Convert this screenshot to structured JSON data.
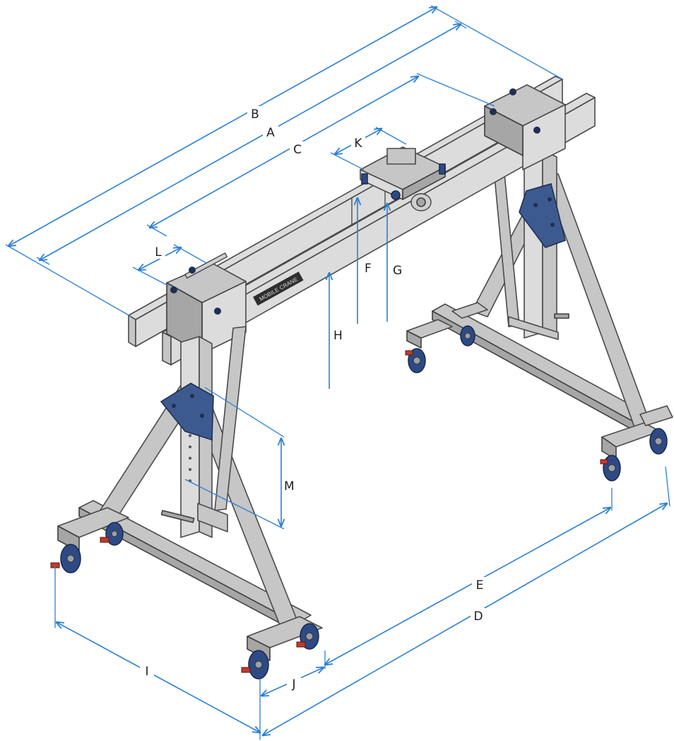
{
  "dimensions": {
    "A": "A",
    "B": "B",
    "C": "C",
    "D": "D",
    "E": "E",
    "F": "F",
    "G": "G",
    "H": "H",
    "I": "I",
    "J": "J",
    "K": "K",
    "L": "L",
    "M": "M"
  },
  "beam_label": "MOBILE CRANE",
  "colors": {
    "dimension_line": "#2b7fd6",
    "steel": "#c6c6c6",
    "gusset": "#3d5a8f",
    "brake": "#c0392b"
  }
}
